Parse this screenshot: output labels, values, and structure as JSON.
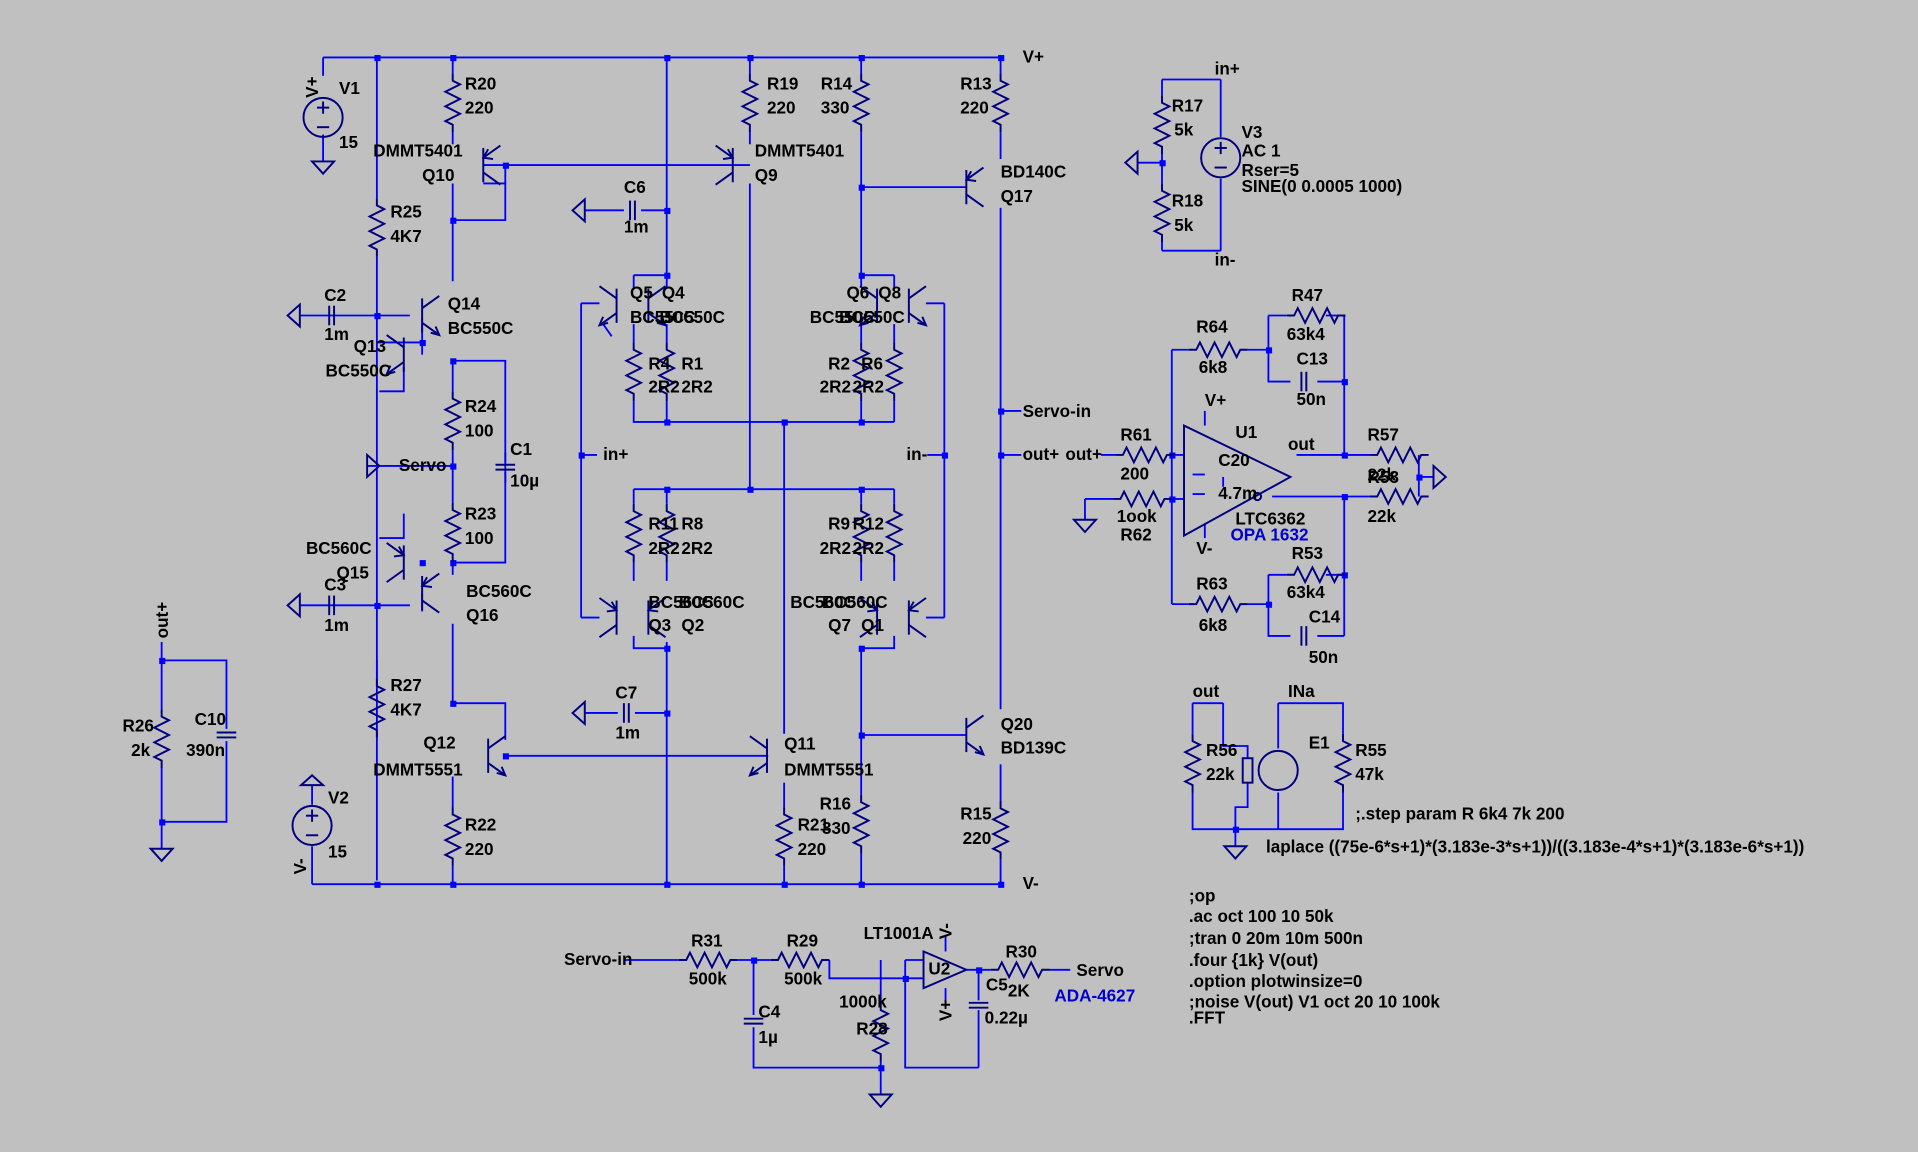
{
  "net_labels": {
    "vplus_top": "V+",
    "vminus_bottom": "V-",
    "in_plus_top": "in+",
    "in_minus_bottom": "in-",
    "servo_in_right": "Servo-in",
    "out_plus_a": "out+",
    "out_plus_b": "out+",
    "in_plus_mid": "in+",
    "in_minus_mid": "in-",
    "servo_mid": "Servo",
    "out_plus_left": "out+",
    "servo_in_bottom": "Servo-in",
    "servo_out": "Servo",
    "out_opamp": "out",
    "out_e1": "out",
    "ina": "INa",
    "vplus_u1": "V+",
    "vminus_u1": "V-",
    "vplus_v1": "V+",
    "vminus_v2": "V-",
    "vminus_u2": "V-",
    "vplus_u2": "V+"
  },
  "components": {
    "V1": {
      "name": "V1",
      "value": "15"
    },
    "V2": {
      "name": "V2",
      "value": "15"
    },
    "V3": {
      "name": "V3",
      "l1": "AC 1",
      "l2": "Rser=5",
      "l3": "SINE(0 0.0005 1000)"
    },
    "R20": {
      "name": "R20",
      "value": "220"
    },
    "R19": {
      "name": "R19",
      "value": "220"
    },
    "R14": {
      "name": "R14",
      "value": "330"
    },
    "R13": {
      "name": "R13",
      "value": "220"
    },
    "R25": {
      "name": "R25",
      "value": "4K7"
    },
    "R24": {
      "name": "R24",
      "value": "100"
    },
    "R23": {
      "name": "R23",
      "value": "100"
    },
    "R27": {
      "name": "R27",
      "value": "4K7"
    },
    "R22": {
      "name": "R22",
      "value": "220"
    },
    "R21": {
      "name": "R21",
      "value": "220"
    },
    "R16": {
      "name": "R16",
      "value": "330"
    },
    "R15": {
      "name": "R15",
      "value": "220"
    },
    "R4": {
      "name": "R4",
      "value": "2R2"
    },
    "R1": {
      "name": "R1",
      "value": "2R2"
    },
    "R2": {
      "name": "R2",
      "value": "2R2"
    },
    "R6": {
      "name": "R6",
      "value": "2R2"
    },
    "R11": {
      "name": "R11",
      "value": "2R2"
    },
    "R8": {
      "name": "R8",
      "value": "2R2"
    },
    "R9": {
      "name": "R9",
      "value": "2R2"
    },
    "R12": {
      "name": "R12",
      "value": "2R2"
    },
    "R17": {
      "name": "R17",
      "value": "5k"
    },
    "R18": {
      "name": "R18",
      "value": "5k"
    },
    "R47": {
      "name": "R47",
      "value": "63k4"
    },
    "R64": {
      "name": "R64",
      "value": "6k8"
    },
    "R61": {
      "name": "R61",
      "value": "200"
    },
    "R62": {
      "name": "R62",
      "value": "1ook"
    },
    "R57": {
      "name": "R57",
      "value": "22k"
    },
    "R58": {
      "name": "R58",
      "value": "22k"
    },
    "R53": {
      "name": "R53",
      "value": "63k4"
    },
    "R63": {
      "name": "R63",
      "value": "6k8"
    },
    "R56": {
      "name": "R56",
      "value": "22k"
    },
    "R55": {
      "name": "R55",
      "value": "47k"
    },
    "R26": {
      "name": "R26",
      "value": "2k"
    },
    "R31": {
      "name": "R31",
      "value": "500k"
    },
    "R29": {
      "name": "R29",
      "value": "500k"
    },
    "R28": {
      "name": "R28",
      "value": "1000k"
    },
    "R30": {
      "name": "R30",
      "value": "2K"
    },
    "C1": {
      "name": "C1",
      "value": "10µ"
    },
    "C2": {
      "name": "C2",
      "value": "1m"
    },
    "C3": {
      "name": "C3",
      "value": "1m"
    },
    "C6": {
      "name": "C6",
      "value": "1m"
    },
    "C7": {
      "name": "C7",
      "value": "1m"
    },
    "C10": {
      "name": "C10",
      "value": "390n"
    },
    "C13": {
      "name": "C13",
      "value": "50n"
    },
    "C14": {
      "name": "C14",
      "value": "50n"
    },
    "C20": {
      "name": "C20",
      "value": "4.7m"
    },
    "C4": {
      "name": "C4",
      "value": "1µ"
    },
    "C5": {
      "name": "C5",
      "value": "0.22µ"
    },
    "Q10": {
      "name": "Q10",
      "model": "DMMT5401"
    },
    "Q9": {
      "name": "Q9",
      "model": "DMMT5401"
    },
    "Q17": {
      "name": "Q17",
      "model": "BD140C"
    },
    "Q14": {
      "name": "Q14",
      "model": "BC550C"
    },
    "Q13": {
      "name": "Q13",
      "model": "BC550C"
    },
    "Q5": {
      "name": "Q5",
      "model": "BC550C"
    },
    "Q4": {
      "name": "Q4",
      "model": "BC550C"
    },
    "Q6": {
      "name": "Q6",
      "model": "BC550C"
    },
    "Q8": {
      "name": "Q8",
      "model": "BC550C"
    },
    "Q15": {
      "name": "Q15",
      "model": "BC560C"
    },
    "Q16": {
      "name": "Q16",
      "model": "BC560C"
    },
    "Q3": {
      "name": "Q3",
      "model": "BC560C"
    },
    "Q2": {
      "name": "Q2",
      "model": "BC560C"
    },
    "Q7": {
      "name": "Q7",
      "model": "BC560C"
    },
    "Q1": {
      "name": "Q1",
      "model": "BC560C"
    },
    "Q12": {
      "name": "Q12",
      "model": "DMMT5551"
    },
    "Q11": {
      "name": "Q11",
      "model": "DMMT5551"
    },
    "Q20": {
      "name": "Q20",
      "model": "BD139C"
    },
    "U1": {
      "name": "U1",
      "model": "LTC6362",
      "alt": "OPA 1632"
    },
    "U2": {
      "name": "U2",
      "model": "LT1001A",
      "alt": "ADA-4627"
    },
    "E1": {
      "name": "E1"
    }
  },
  "directives": {
    "step": ";.step param R 6k4 7k 200",
    "laplace": "laplace ((75e-6*s+1)*(3.183e-3*s+1))/((3.183e-4*s+1)*(3.183e-6*s+1))",
    "lines": [
      ";op",
      ".ac oct 100 10 50k",
      ";tran 0 20m 10m 500n",
      ".four {1k}  V(out)",
      ".option plotwinsize=0",
      ";noise V(out) V1 oct 20 10 100k",
      ".FFT"
    ]
  },
  "colors": {
    "background": "#c0c0c0",
    "wire": "#0000ff",
    "component": "#000080",
    "text": "#000000",
    "alt_text": "#0000cc"
  }
}
